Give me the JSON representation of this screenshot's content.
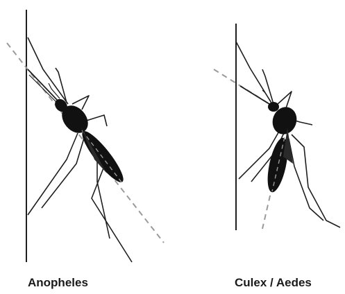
{
  "figure": {
    "stroke_color": "#1e1e1e",
    "body_color": "#111111",
    "axis_line_color": "#9a9a9a",
    "background": "#ffffff"
  },
  "panels": [
    {
      "id": "anopheles",
      "label": "Anopheles",
      "posture": "body-angled-to-surface"
    },
    {
      "id": "culex-aedes",
      "label": "Culex / Aedes",
      "posture": "body-parallel-to-surface"
    }
  ]
}
